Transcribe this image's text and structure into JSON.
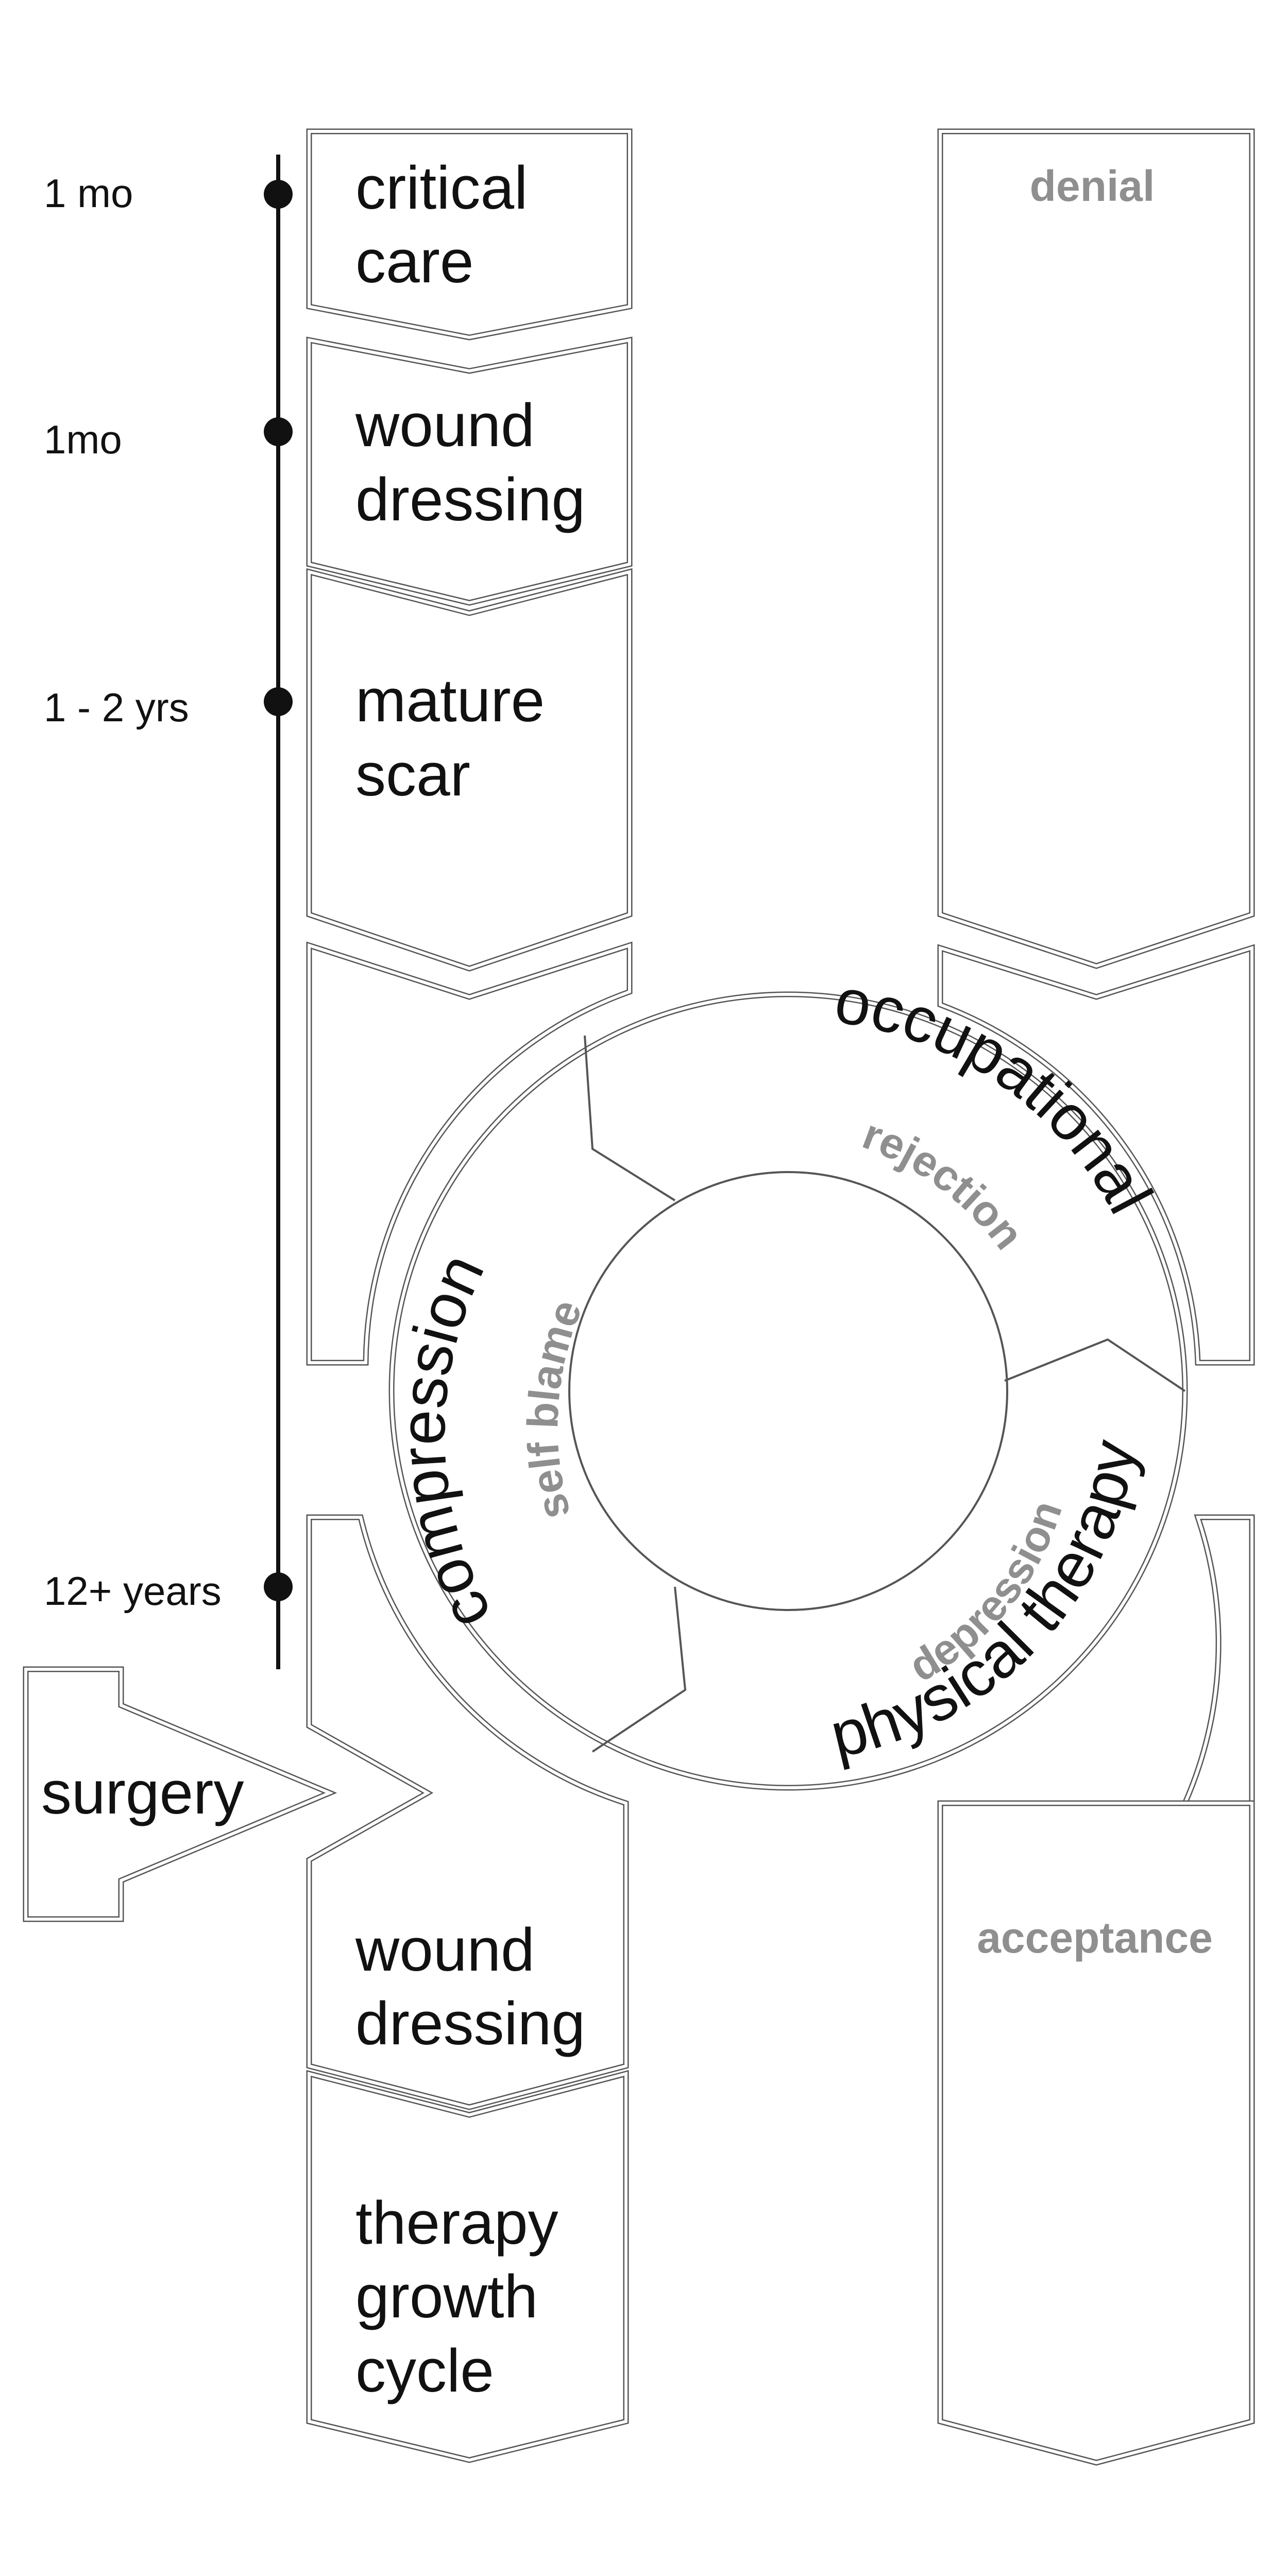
{
  "timeline": {
    "markers": [
      {
        "label": "1 mo"
      },
      {
        "label": "1mo"
      },
      {
        "label": "1 - 2 yrs"
      },
      {
        "label": "12+ years"
      }
    ]
  },
  "treatment_column": {
    "critical_care": {
      "line1": "critical",
      "line2": "care"
    },
    "wound_dressing_1": {
      "line1": "wound",
      "line2": "dressing"
    },
    "mature_scar": {
      "line1": "mature",
      "line2": "scar"
    },
    "wound_dressing_2": {
      "line1": "wound",
      "line2": "dressing"
    },
    "therapy_growth_cycle": {
      "line1": "therapy",
      "line2": "growth",
      "line3": "cycle"
    }
  },
  "surgery": {
    "label": "surgery"
  },
  "emotion_column": {
    "top": {
      "label": "denial"
    },
    "bottom": {
      "label": "acceptance"
    }
  },
  "cycle": {
    "occupational": {
      "label": "occupational",
      "emotion": "rejection"
    },
    "physical_therapy": {
      "label": "physical therapy",
      "emotion": "depression"
    },
    "compression": {
      "label": "compression",
      "emotion": "self blame"
    }
  },
  "colors": {
    "dark_text": "#111111",
    "emotion_text": "#8f8f8f",
    "outline": "#555555"
  }
}
